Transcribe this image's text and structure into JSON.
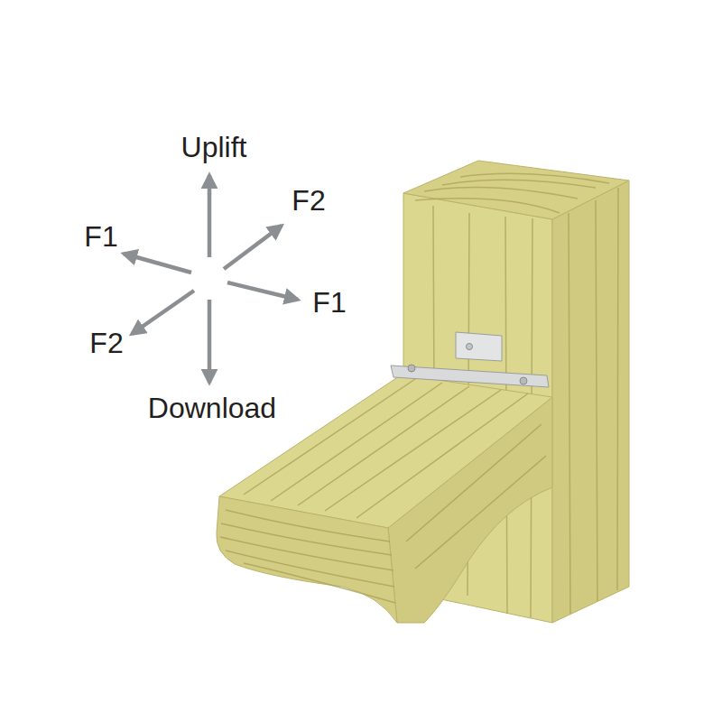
{
  "diagram": {
    "labels": [
      "Uplift",
      "F2",
      "F1",
      "F1",
      "F2",
      "Download"
    ]
  }
}
